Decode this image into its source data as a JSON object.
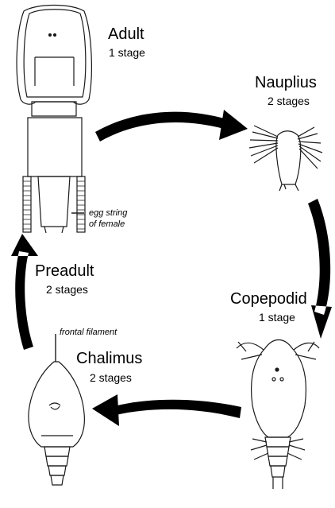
{
  "stages": {
    "adult": {
      "name": "Adult",
      "count": "1 stage"
    },
    "nauplius": {
      "name": "Nauplius",
      "count": "2 stages"
    },
    "copepodid": {
      "name": "Copepodid",
      "count": "1 stage"
    },
    "chalimus": {
      "name": "Chalimus",
      "count": "2 stages"
    },
    "preadult": {
      "name": "Preadult",
      "count": "2 stages"
    }
  },
  "annotations": {
    "egg_string": "egg string",
    "egg_string_2": "of female",
    "frontal_filament": "frontal filament"
  },
  "colors": {
    "arrow": "#000000",
    "line": "#1a1a1a",
    "background": "#ffffff"
  }
}
